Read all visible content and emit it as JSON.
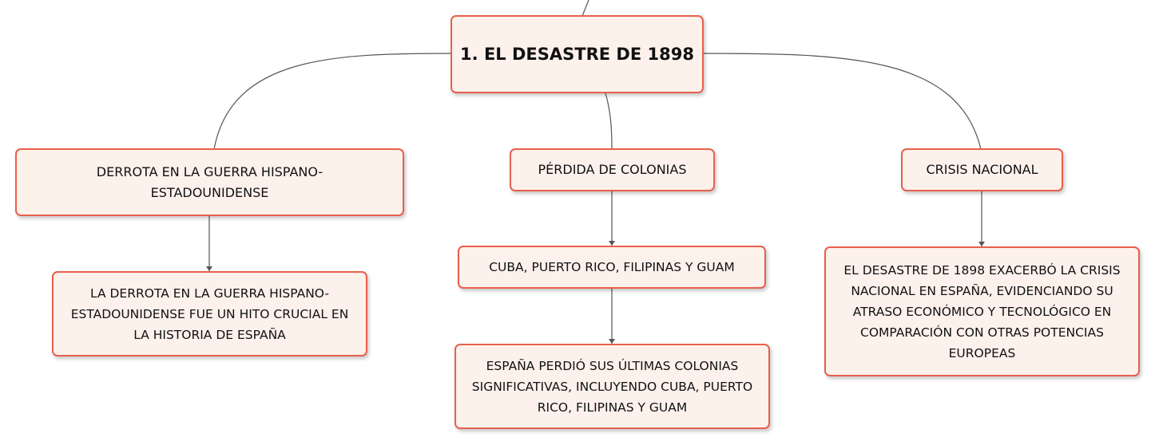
{
  "root": {
    "label": "1. EL DESASTRE DE 1898"
  },
  "branches": [
    {
      "label": "DERROTA EN LA GUERRA HISPANO-ESTADOUNIDENSE",
      "detail": "LA DERROTA EN LA GUERRA HISPANO-ESTADOUNIDENSE FUE UN HITO CRUCIAL EN LA HISTORIA DE ESPAÑA"
    },
    {
      "label": "PÉRDIDA DE COLONIAS",
      "sub": "CUBA, PUERTO RICO, FILIPINAS Y GUAM",
      "detail": "ESPAÑA PERDIÓ SUS ÚLTIMAS COLONIAS SIGNIFICATIVAS, INCLUYENDO CUBA, PUERTO RICO, FILIPINAS Y GUAM"
    },
    {
      "label": "CRISIS NACIONAL",
      "detail": "EL DESASTRE DE 1898 EXACERBÓ LA CRISIS NACIONAL EN ESPAÑA, EVIDENCIANDO SU ATRASO ECONÓMICO Y TECNOLÓGICO EN COMPARACIÓN CON OTRAS POTENCIAS EUROPEAS"
    }
  ],
  "colors": {
    "border": "#e8604c",
    "fill": "#fdf1ec",
    "line": "#555555"
  }
}
